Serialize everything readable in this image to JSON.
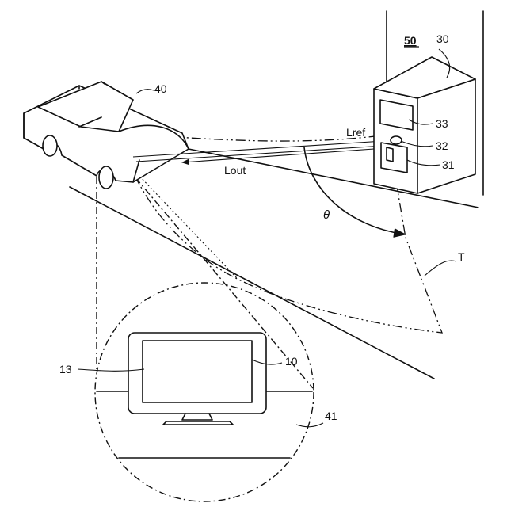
{
  "labels": {
    "system": "50",
    "terminal_body": "30",
    "vehicle": "40",
    "screen_area": "33",
    "sensor_32": "32",
    "emitter_31": "31",
    "reference_light": "Lref",
    "output_light": "Lout",
    "angle": "θ",
    "target_region": "T",
    "display_screen": "13",
    "display_device": "10",
    "magnified_view": "41"
  }
}
